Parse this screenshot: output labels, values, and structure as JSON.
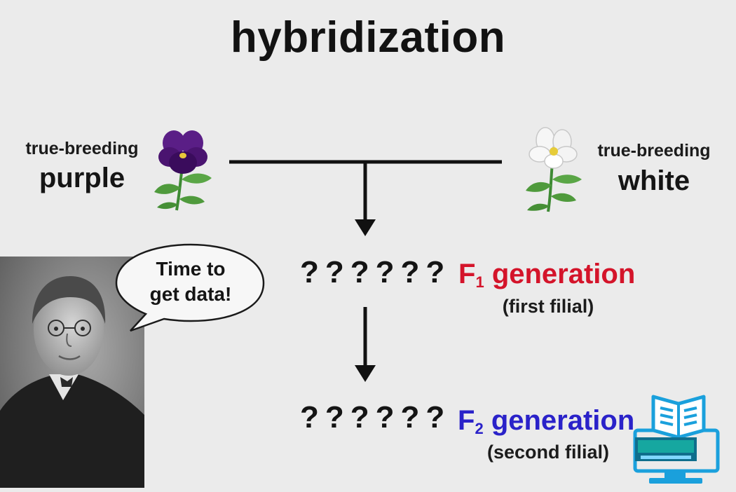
{
  "title": "hybridization",
  "parents": {
    "left": {
      "qualifier": "true-breeding",
      "color_name": "purple",
      "flower_icon": "purple-pansy-icon"
    },
    "right": {
      "qualifier": "true-breeding",
      "color_name": "white",
      "flower_icon": "white-flower-icon"
    }
  },
  "speech_bubble": {
    "line1": "Time to",
    "line2": "get data!"
  },
  "generations": [
    {
      "unknown": "??????",
      "letter": "F",
      "number": "1",
      "label": "generation",
      "description": "(first filial)",
      "color": "#d4142a"
    },
    {
      "unknown": "??????",
      "letter": "F",
      "number": "2",
      "label": "generation",
      "description": "(second filial)",
      "color": "#2a22c9"
    }
  ],
  "portrait_icon": "scientist-portrait-icon",
  "watermark_icon": "book-computer-logo-icon",
  "colors": {
    "background": "#ebebeb",
    "f1": "#d4142a",
    "f2": "#2a22c9",
    "purple_flower": "#4a1470",
    "logo_blue": "#1aa0dc"
  }
}
